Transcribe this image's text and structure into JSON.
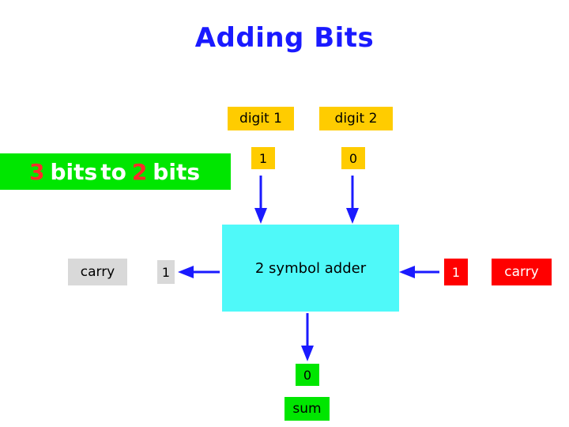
{
  "title": "Adding Bits",
  "diagram": {
    "banner": {
      "first_number": "3",
      "word_bits_1": "bits",
      "word_to": "to",
      "second_number": "2",
      "word_bits_2": "bits",
      "background_color": "#00e600",
      "number_color": "#ff2a2a"
    },
    "inputs": [
      {
        "label": "digit 1",
        "value": "1",
        "background_color": "#ffcc00"
      },
      {
        "label": "digit 2",
        "value": "0",
        "background_color": "#ffcc00"
      }
    ],
    "adder": {
      "label": "2 symbol adder",
      "background_color": "#4ff9f9"
    },
    "carry_in": {
      "label": "carry",
      "value": "1",
      "background_color": "#d9d9d9"
    },
    "carry_out": {
      "label": "carry",
      "value": "1",
      "background_color": "#ff0000",
      "text_color": "#ffffff"
    },
    "sum": {
      "label": "sum",
      "value": "0",
      "background_color": "#00e600"
    },
    "arrow_color": "#1a1aff"
  }
}
